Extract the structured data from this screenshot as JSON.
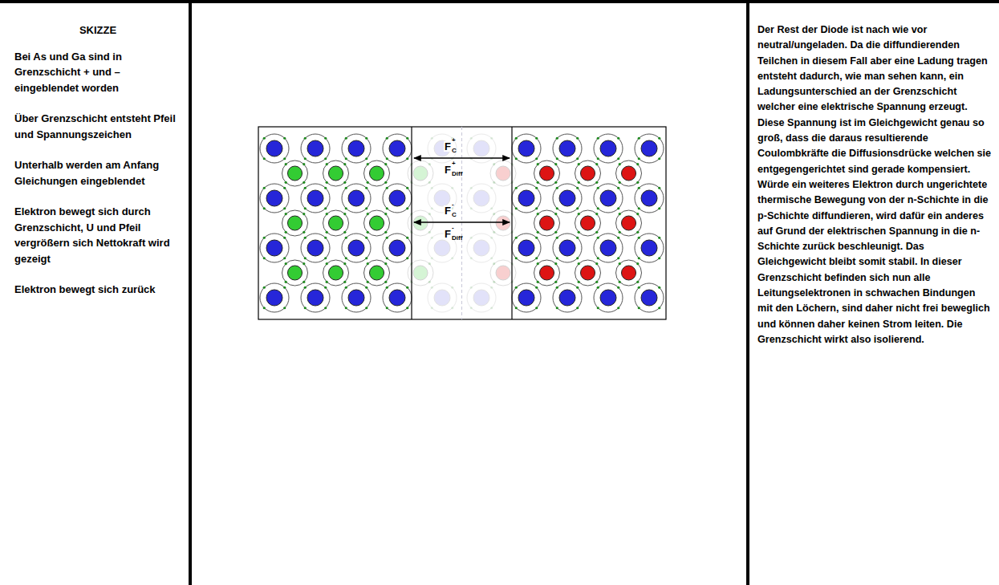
{
  "diagram": {
    "labels": [
      "SKIZZE",
      "Bei As und Ga sind in Grenzschicht + und – eingeblendet worden",
      "Über Grenzschicht entsteht Pfeil und Spannungszeichen",
      "Unterhalb werden am Anfang Gleichungen eingeblendet",
      "Elektron bewegt sich durch Grenzschicht, U und Pfeil vergrößern sich Nettokraft wird gezeigt",
      "Elektron bewegt sich zurück",
      "Der Rest der Diode ist nach wie vor neutral/ungeladen. Da die diffundierenden Teilchen in diesem Fall aber eine Ladung tragen entsteht dadurch, wie man sehen kann, ein Ladungsunterschied an der Grenzschicht welcher eine elektrische Spannung erzeugt. Diese Spannung ist im Gleichgewicht genau so groß, dass die daraus resultierende Coulombkräfte die Diffusionsdrücke welchen sie entgegengerichtet sind gerade kompensiert. Würde ein weiteres Elektron durch ungerichtete thermische Bewegung von der n-Schichte in die p-Schichte diffundieren, wird dafür ein anderes auf Grund der elektrischen Spannung in die n-Schichte zurück beschleunigt. Das Gleichgewicht bleibt somit stabil. In dieser Grenzschicht befinden sich nun alle Leitungselektronen in schwachen Bindungen mit den Löchern, sind daher nicht frei beweglich und können daher keinen Strom leiten. Die Grenzschicht wirkt also isolierend.",
      "F",
      "C",
      "+",
      "F",
      "Diff",
      "+",
      "F",
      "C",
      "-",
      "F",
      "Diff",
      "-"
    ]
  }
}
